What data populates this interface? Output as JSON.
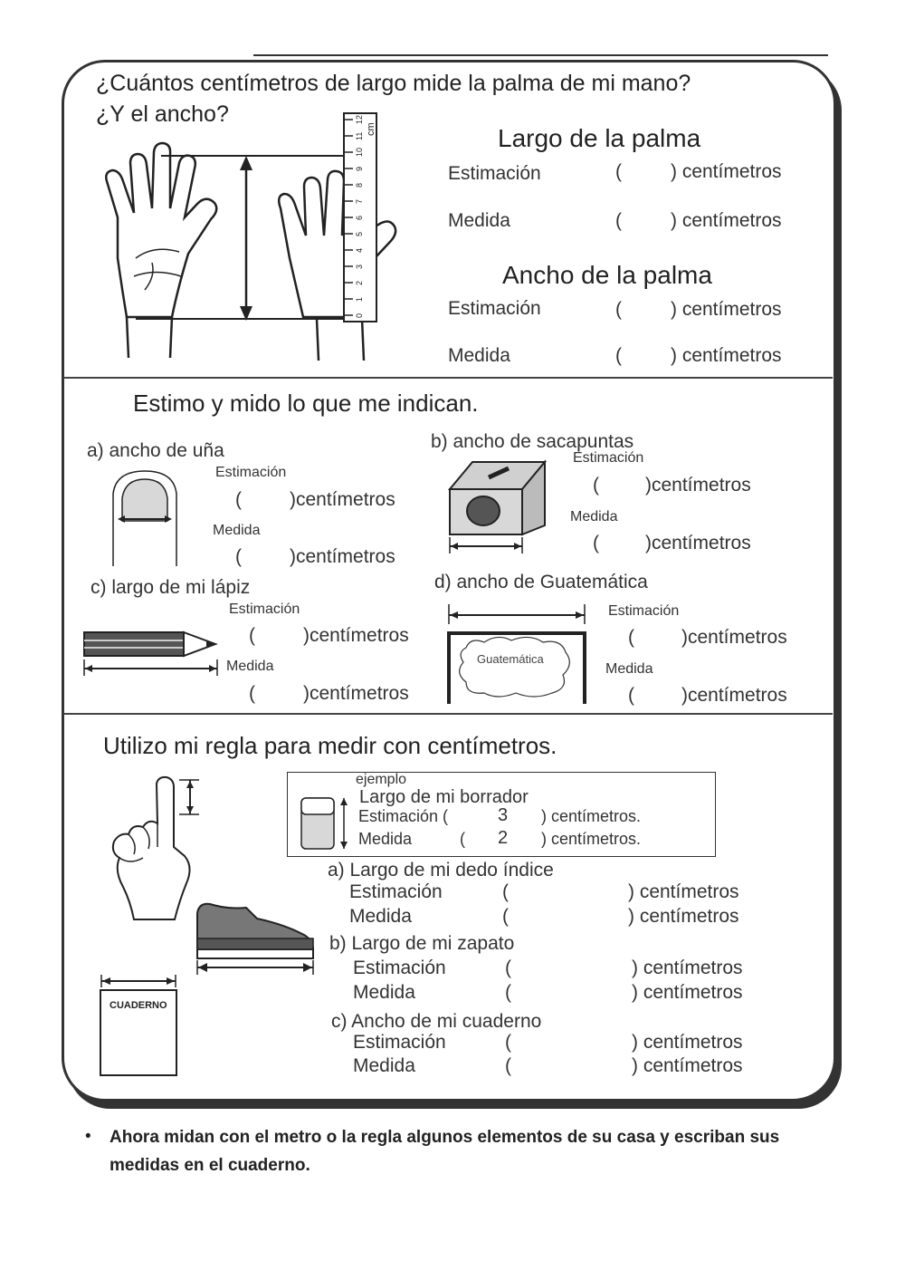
{
  "section1": {
    "question_line1": "¿Cuántos centímetros de largo mide la palma de mi mano?",
    "question_line2": "¿Y el ancho?",
    "ruler_unit": "cm",
    "ruler_numbers": [
      "0",
      "1",
      "2",
      "3",
      "4",
      "5",
      "6",
      "7",
      "8",
      "9",
      "10",
      "11",
      "12"
    ],
    "largo_title": "Largo de la palma",
    "ancho_title": "Ancho de la palma",
    "estimacion": "Estimación",
    "medida": "Medida",
    "paren_open": "(",
    "unit": ") centímetros"
  },
  "section2": {
    "title": "Estimo y mido lo que me indican.",
    "a_label": "a) ancho de uña",
    "b_label": "b) ancho de sacapuntas",
    "c_label": "c) largo de mi lápiz",
    "d_label": "d) ancho de Guatemática",
    "estimacion": "Estimación",
    "medida": "Medida",
    "paren_open": "(",
    "unit": ")centímetros",
    "book_label": "Guatemática"
  },
  "section3": {
    "title": "Utilizo mi regla para medir con centímetros.",
    "example": {
      "tag": "ejemplo",
      "title": "Largo de mi borrador",
      "estimacion": "Estimación (",
      "estimacion_value": "3",
      "medida": "Medida",
      "medida_paren": "(",
      "medida_value": "2",
      "unit": ")  centímetros."
    },
    "items": [
      {
        "label": "a) Largo de mi dedo índice",
        "estimacion": "Estimación",
        "medida": "Medida"
      },
      {
        "label": "b) Largo de mi zapato",
        "estimacion": "Estimación",
        "medida": "Medida"
      },
      {
        "label": "c) Ancho de mi cuaderno",
        "estimacion": "Estimación",
        "medida": "Medida"
      }
    ],
    "paren_open": "(",
    "unit": ") centímetros",
    "notebook_label": "CUADERNO"
  },
  "footer": {
    "bullet": "Ahora midan con el metro o la regla algunos elementos de su casa y escriban sus medidas en el cuaderno."
  }
}
